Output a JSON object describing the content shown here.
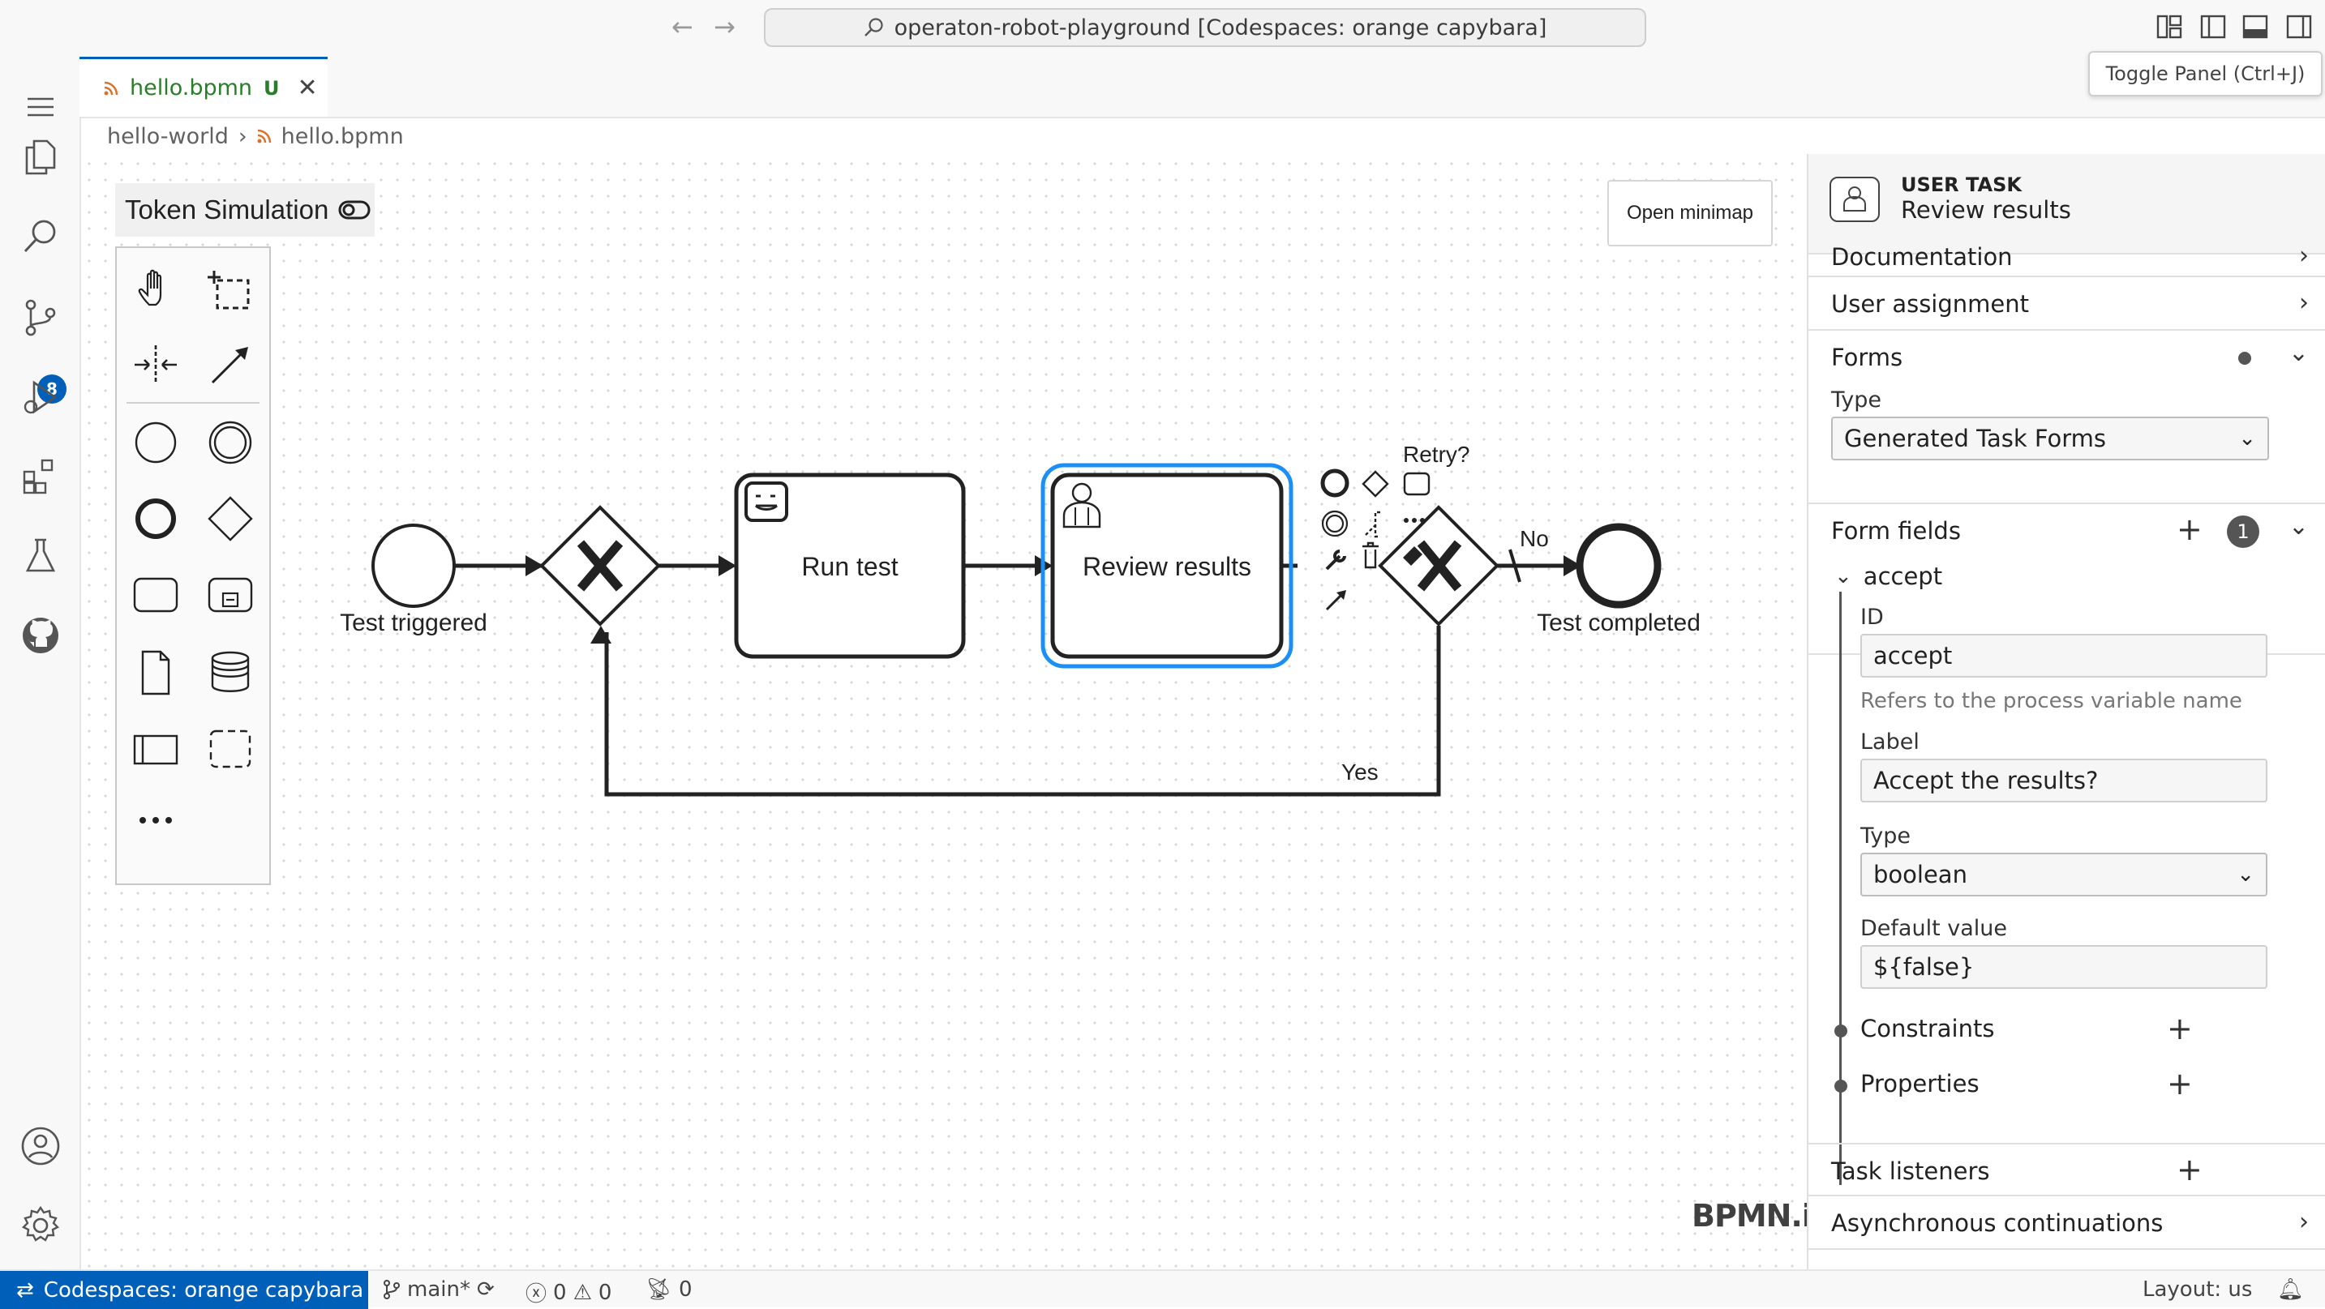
{
  "titlebar": {
    "search_text": "operaton-robot-playground [Codespaces: orange capybara]",
    "tooltip": "Toggle Panel (Ctrl+J)"
  },
  "activitybar": {
    "items": [
      "explorer-icon",
      "search-icon",
      "source-control-icon",
      "run-debug-icon",
      "extensions-icon",
      "testing-icon",
      "github-icon"
    ],
    "scm_badge": "8"
  },
  "tab": {
    "name": "hello.bpmn",
    "status": "U"
  },
  "breadcrumb": {
    "folder": "hello-world",
    "file": "hello.bpmn"
  },
  "canvas": {
    "token_simulation": "Token Simulation",
    "minimap_button": "Open minimap",
    "logo": "BPMN.iO",
    "labels": {
      "start": "Test triggered",
      "run_test": "Run test",
      "review": "Review results",
      "end": "Test completed",
      "retry": "Retry?",
      "no": "No",
      "yes": "Yes"
    }
  },
  "props": {
    "element_type": "USER TASK",
    "element_name": "Review results",
    "groups": {
      "documentation": "Documentation",
      "user_assignment": "User assignment",
      "forms": "Forms",
      "form_fields": "Form fields",
      "task_listeners": "Task listeners",
      "async": "Asynchronous continuations"
    },
    "forms_type_label": "Type",
    "forms_type_value": "Generated Task Forms",
    "form_fields_count": "1",
    "field": {
      "name": "accept",
      "id_label": "ID",
      "id_value": "accept",
      "id_hint": "Refers to the process variable name",
      "label_label": "Label",
      "label_value": "Accept the results?",
      "type_label": "Type",
      "type_value": "boolean",
      "default_label": "Default value",
      "default_value": "${false}",
      "constraints": "Constraints",
      "properties": "Properties"
    }
  },
  "statusbar": {
    "remote": "Codespaces: orange capybara",
    "branch": "main*",
    "errors": "0",
    "warnings": "0",
    "ports": "0",
    "layout": "Layout: us"
  },
  "colors": {
    "accent": "#005fb8",
    "selection": "#1c8ff5",
    "modified": "#2a7d2a"
  }
}
